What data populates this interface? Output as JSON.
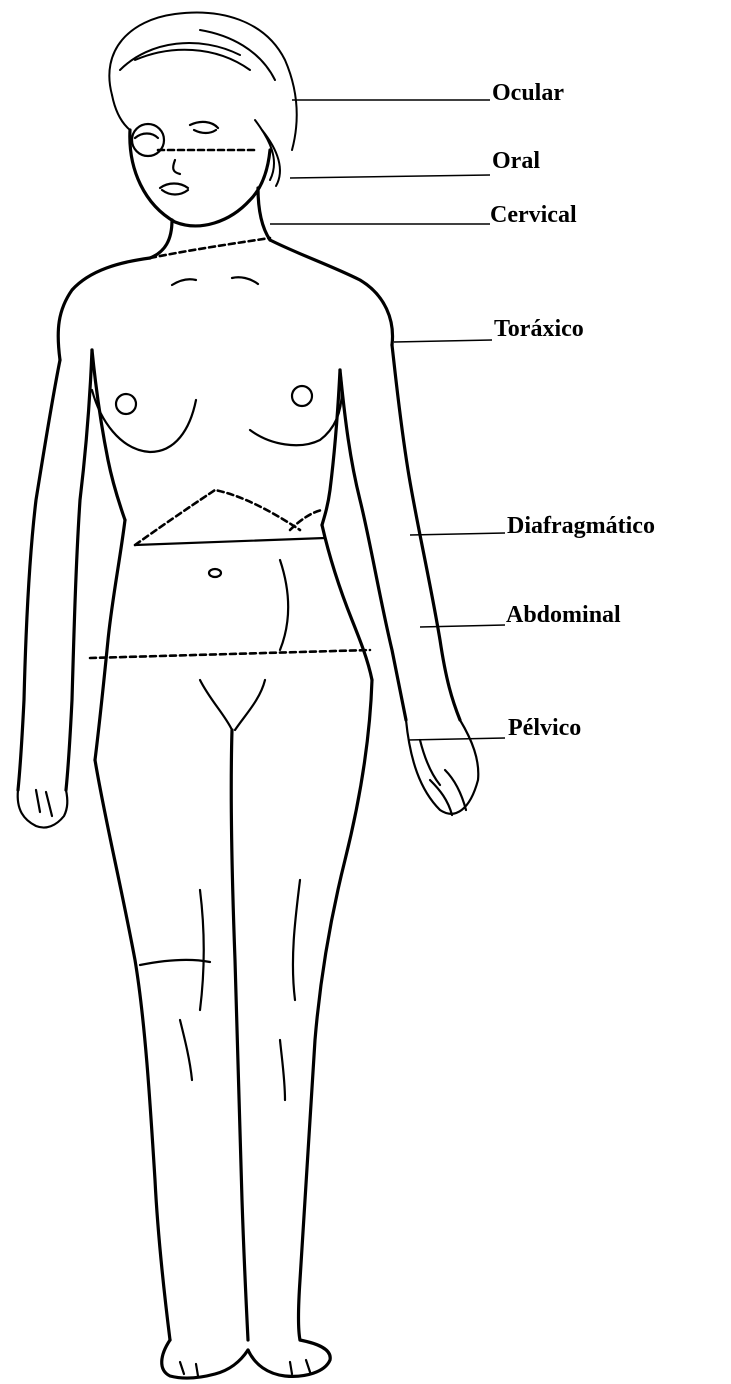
{
  "labels": {
    "ocular": "Ocular",
    "oral": "Oral",
    "cervical": "Cervical",
    "toraxico": "Toráxico",
    "diafragmatico": "Diafragmático",
    "abdominal": "Abdominal",
    "pelvico": "Pélvico"
  }
}
